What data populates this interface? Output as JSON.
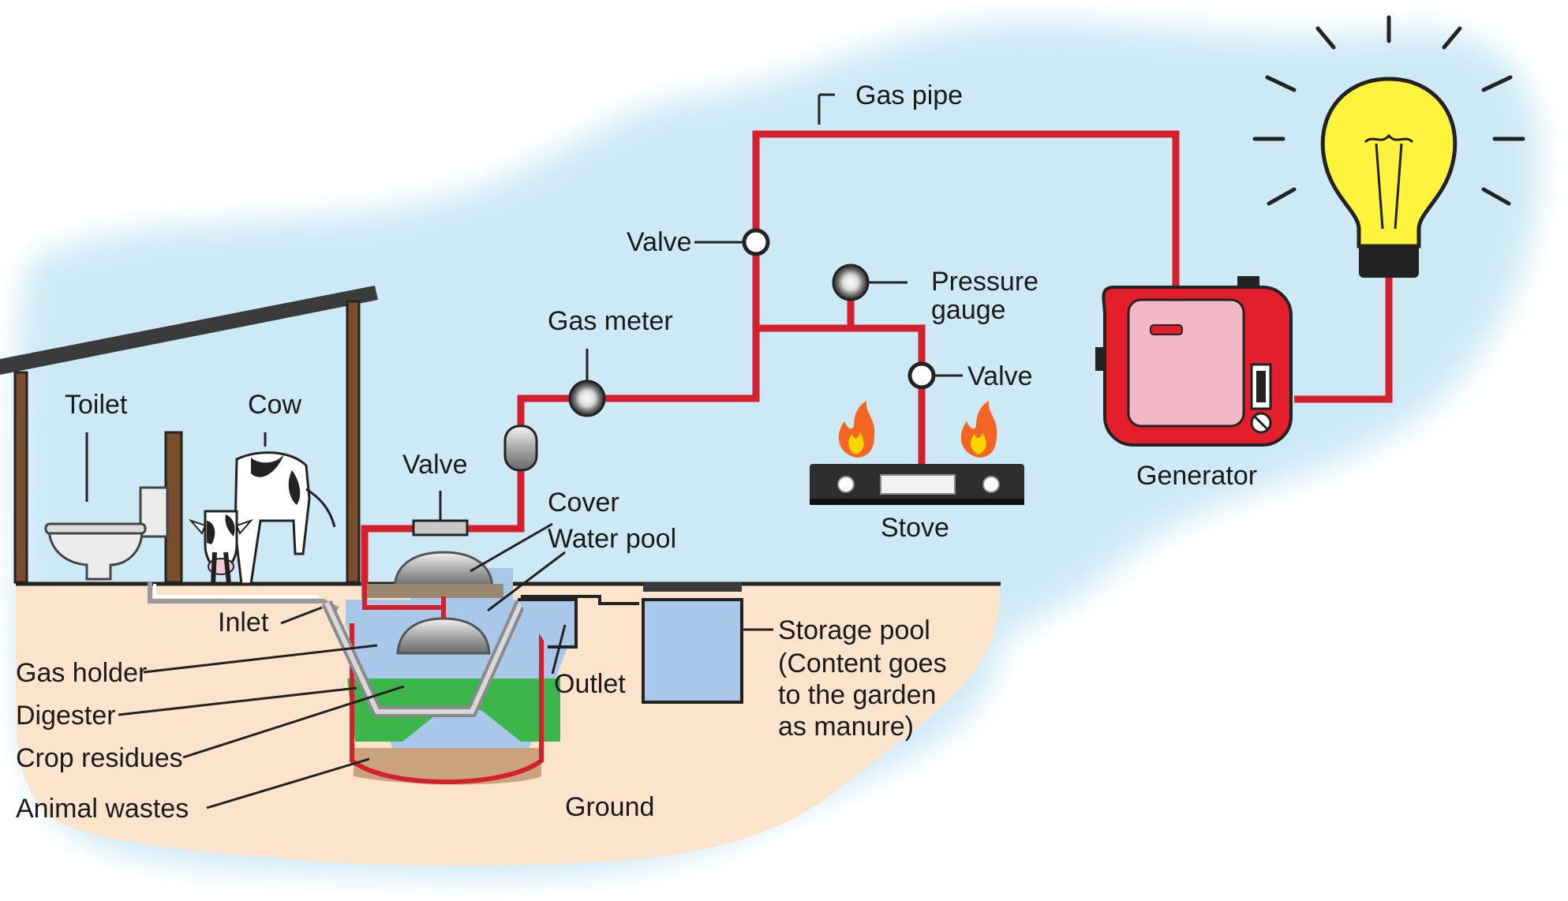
{
  "labels": {
    "gas_pipe": "Gas pipe",
    "valve_top": "Valve",
    "pressure_gauge_1": "Pressure",
    "pressure_gauge_2": "gauge",
    "gas_meter": "Gas meter",
    "valve_stove": "Valve",
    "valve_inlet": "Valve",
    "cover": "Cover",
    "water_pool": "Water pool",
    "stove": "Stove",
    "generator": "Generator",
    "toilet": "Toilet",
    "cow": "Cow",
    "inlet": "Inlet",
    "gas_holder": "Gas holder",
    "digester": "Digester",
    "crop_residues": "Crop residues",
    "animal_wastes": "Animal wastes",
    "outlet": "Outlet",
    "storage_pool_1": "Storage pool",
    "storage_pool_2": "(Content goes",
    "storage_pool_3": "to the garden",
    "storage_pool_4": "as manure)",
    "ground": "Ground"
  },
  "colors": {
    "sky": "#cde9f6",
    "ground": "#fbe3cc",
    "pipe": "#d4202c",
    "digester": "#3cb54a",
    "water": "#a9c7e8",
    "waste": "#c9a27e",
    "bulb": "#fff33d",
    "generator_body": "#e21f2b",
    "generator_panel": "#f2b8c6"
  }
}
